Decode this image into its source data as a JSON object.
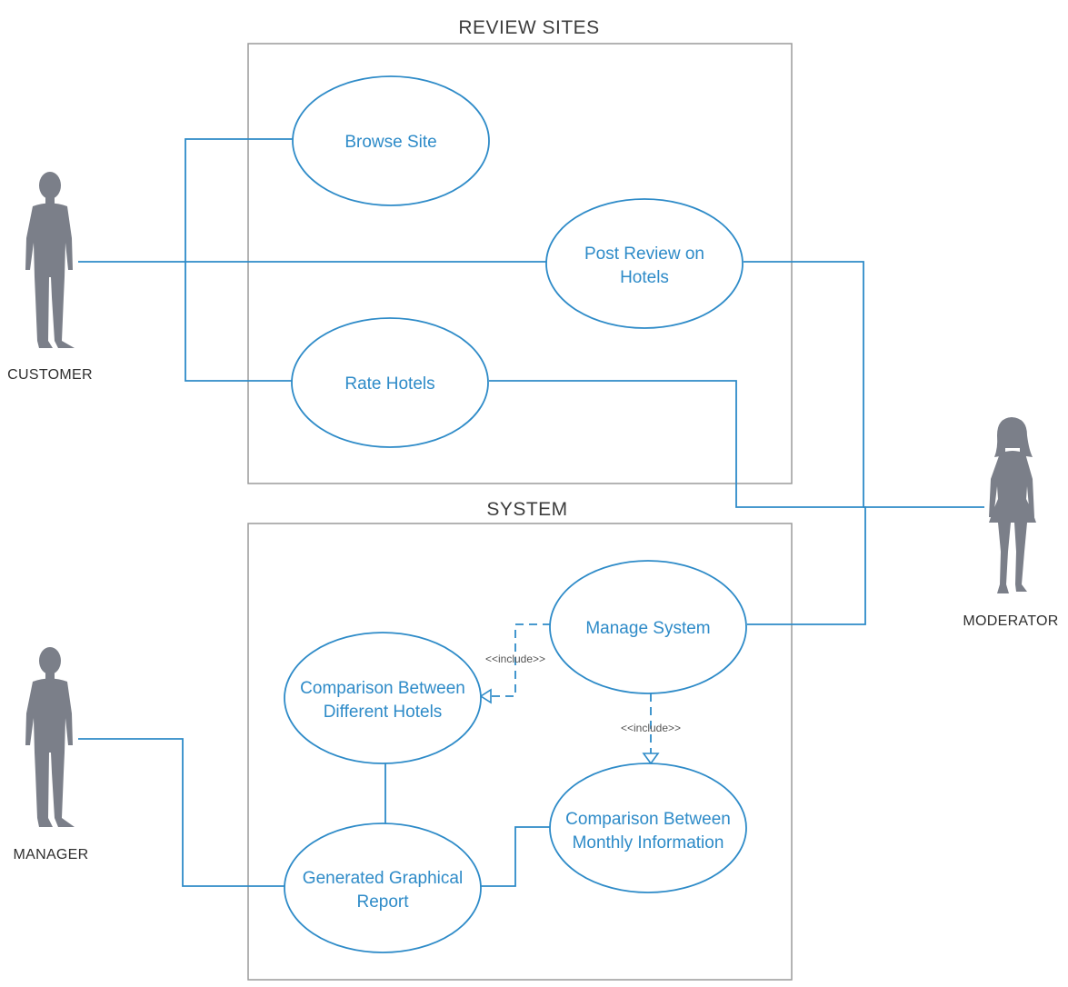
{
  "frames": {
    "review_sites": {
      "title": "REVIEW SITES"
    },
    "system": {
      "title": "SYSTEM"
    }
  },
  "actors": {
    "customer": {
      "label": "CUSTOMER"
    },
    "moderator": {
      "label": "MODERATOR"
    },
    "manager": {
      "label": "MANAGER"
    }
  },
  "use_cases": {
    "browse_site": {
      "lines": [
        "Browse Site"
      ]
    },
    "post_review": {
      "lines": [
        "Post Review on",
        "Hotels"
      ]
    },
    "rate_hotels": {
      "lines": [
        "Rate Hotels"
      ]
    },
    "manage_system": {
      "lines": [
        "Manage System"
      ]
    },
    "comparison_hotels": {
      "lines": [
        "Comparison Between",
        "Different Hotels"
      ]
    },
    "comparison_monthly": {
      "lines": [
        "Comparison Between",
        "Monthly Information"
      ]
    },
    "graphical_report": {
      "lines": [
        "Generated Graphical",
        "Report"
      ]
    }
  },
  "relations": {
    "include_hotels": {
      "label": "<<include>>"
    },
    "include_monthly": {
      "label": "<<include>>"
    }
  },
  "colors": {
    "line": "#2e8bc8",
    "frame": "#9a9a9a",
    "actor": "#7b7f89"
  }
}
